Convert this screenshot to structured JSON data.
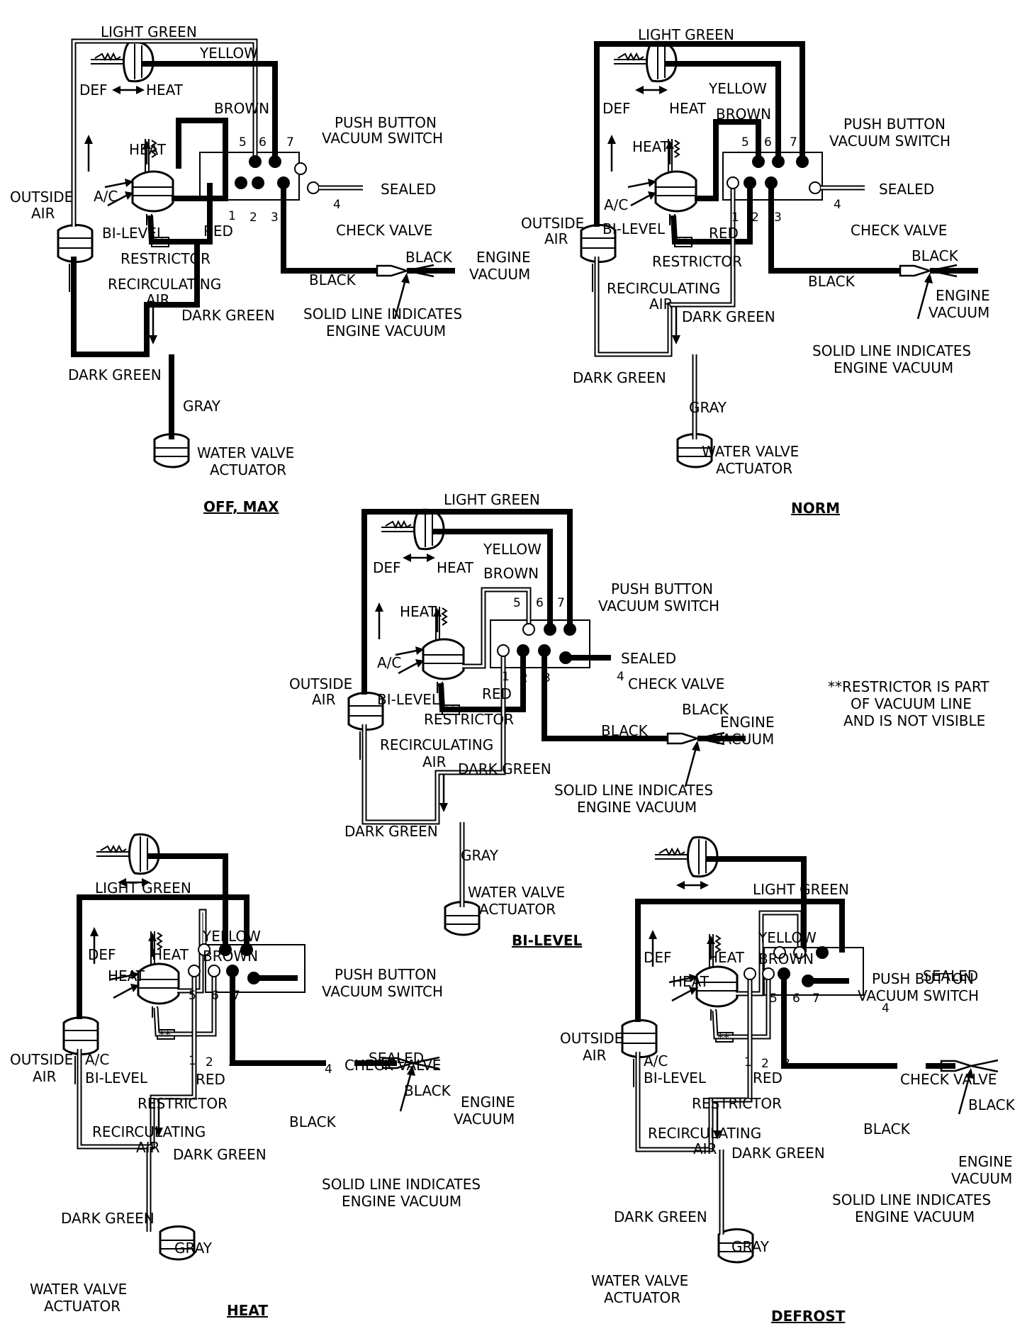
{
  "labels": {
    "light_green": "LIGHT GREEN",
    "yellow": "YELLOW",
    "def": "DEF",
    "heat_dir": "HEAT",
    "brown": "BROWN",
    "heat": "HEAT",
    "push_button_1": "PUSH BUTTON",
    "push_button_2": "VACUUM SWITCH",
    "outside_1": "OUTSIDE",
    "outside_2": "AIR",
    "ac": "A/C",
    "bilevel": "BI-LEVEL",
    "red": "RED",
    "restrictor": "RESTRICTOR",
    "recirc_1": "RECIRCULATING",
    "recirc_2": "AIR",
    "dark_green": "DARK GREEN",
    "gray": "GRAY",
    "water_1": "WATER VALVE",
    "water_2": "ACTUATOR",
    "sealed": "SEALED",
    "check_valve": "CHECK VALVE",
    "black": "BLACK",
    "engine_1": "ENGINE",
    "engine_2": "VACUUM",
    "solid_1": "SOLID LINE INDICATES",
    "solid_2": "ENGINE VACUUM",
    "ports": [
      "1",
      "2",
      "3",
      "4",
      "5",
      "6",
      "7"
    ],
    "restrictor_mark": "**"
  },
  "modes": {
    "off_max": "OFF, MAX",
    "norm": "NORM",
    "bilevel": "BI-LEVEL",
    "heat": "HEAT",
    "defrost": "DEFROST"
  },
  "note": [
    "**RESTRICTOR IS PART",
    "OF VACUUM LINE",
    "AND IS NOT VISIBLE"
  ]
}
